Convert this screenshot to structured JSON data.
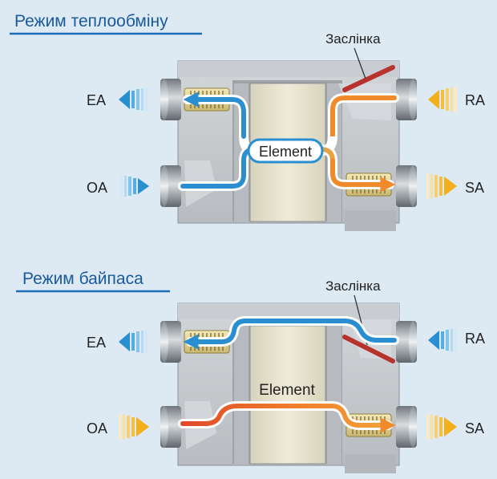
{
  "panels": [
    {
      "title": "Режим теплообміну",
      "damper_label": "Заслінка",
      "element_label": "Element",
      "ports": {
        "ea": "EA",
        "oa": "OA",
        "ra": "RA",
        "sa": "SA"
      }
    },
    {
      "title": "Режим байпаса",
      "damper_label": "Заслінка",
      "element_label": "Element",
      "ports": {
        "ea": "EA",
        "oa": "OA",
        "ra": "RA",
        "sa": "SA"
      }
    }
  ],
  "colors": {
    "background": "#dde9f3",
    "title_text": "#1a5a9c",
    "title_underline": "#1a6fb8",
    "cold_air": "#2a8fd0",
    "warm_air": "#f08a2a",
    "hot_air": "#e0482a",
    "damper": "#b8322e",
    "unit_body": "#c4c8cc",
    "element_core": "#e9e4cf"
  }
}
